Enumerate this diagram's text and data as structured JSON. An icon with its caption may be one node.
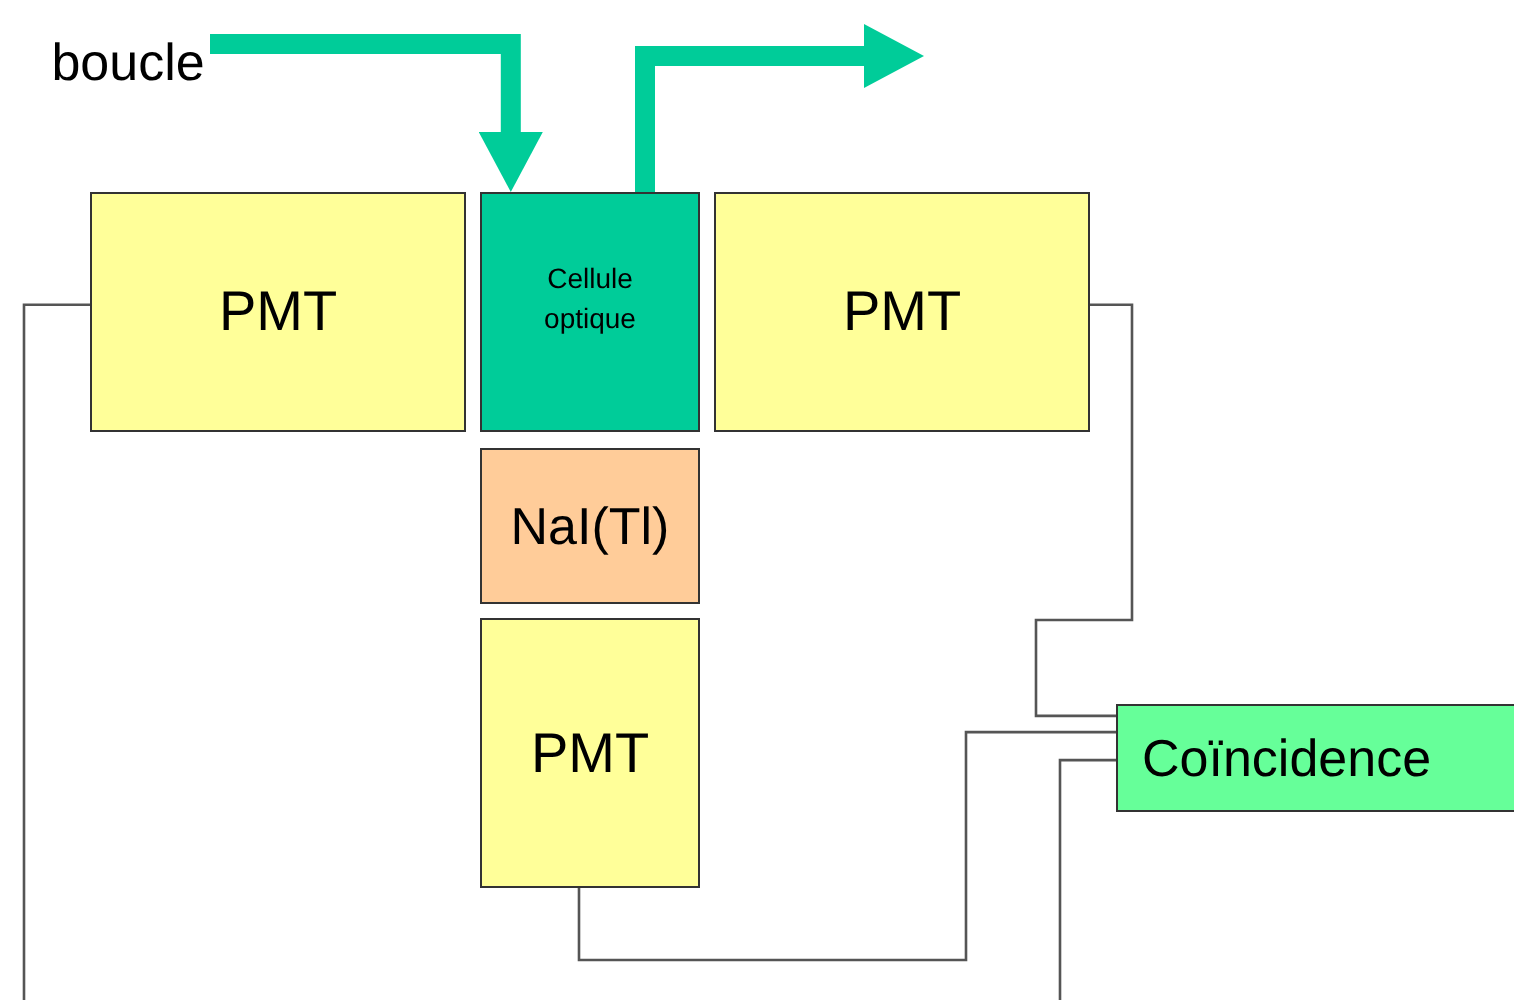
{
  "diagram": {
    "nodes": [
      {
        "text": [
          "boucle"
        ]
      },
      {
        "text": [
          "PMT"
        ]
      },
      {
        "text": [
          "Cellule optique"
        ]
      },
      {
        "text": [
          "PMT"
        ]
      },
      {
        "text": [
          "NaI(Tl)"
        ]
      },
      {
        "text": [
          "PMT"
        ]
      },
      {
        "text": [
          "Coïncidence"
        ]
      }
    ],
    "edges": [
      {
        "from": 0,
        "to": 2,
        "arrow": "to",
        "style": "thick",
        "color": "#00cc99"
      },
      {
        "from": 2,
        "to": null,
        "arrow": "to",
        "style": "thick",
        "color": "#00cc99"
      },
      {
        "from": 1,
        "to": null,
        "arrow": "none"
      },
      {
        "from": 3,
        "to": 6,
        "arrow": "none"
      },
      {
        "from": 5,
        "to": 6,
        "arrow": "none"
      },
      {
        "from": 6,
        "to": null,
        "arrow": "none"
      }
    ]
  }
}
